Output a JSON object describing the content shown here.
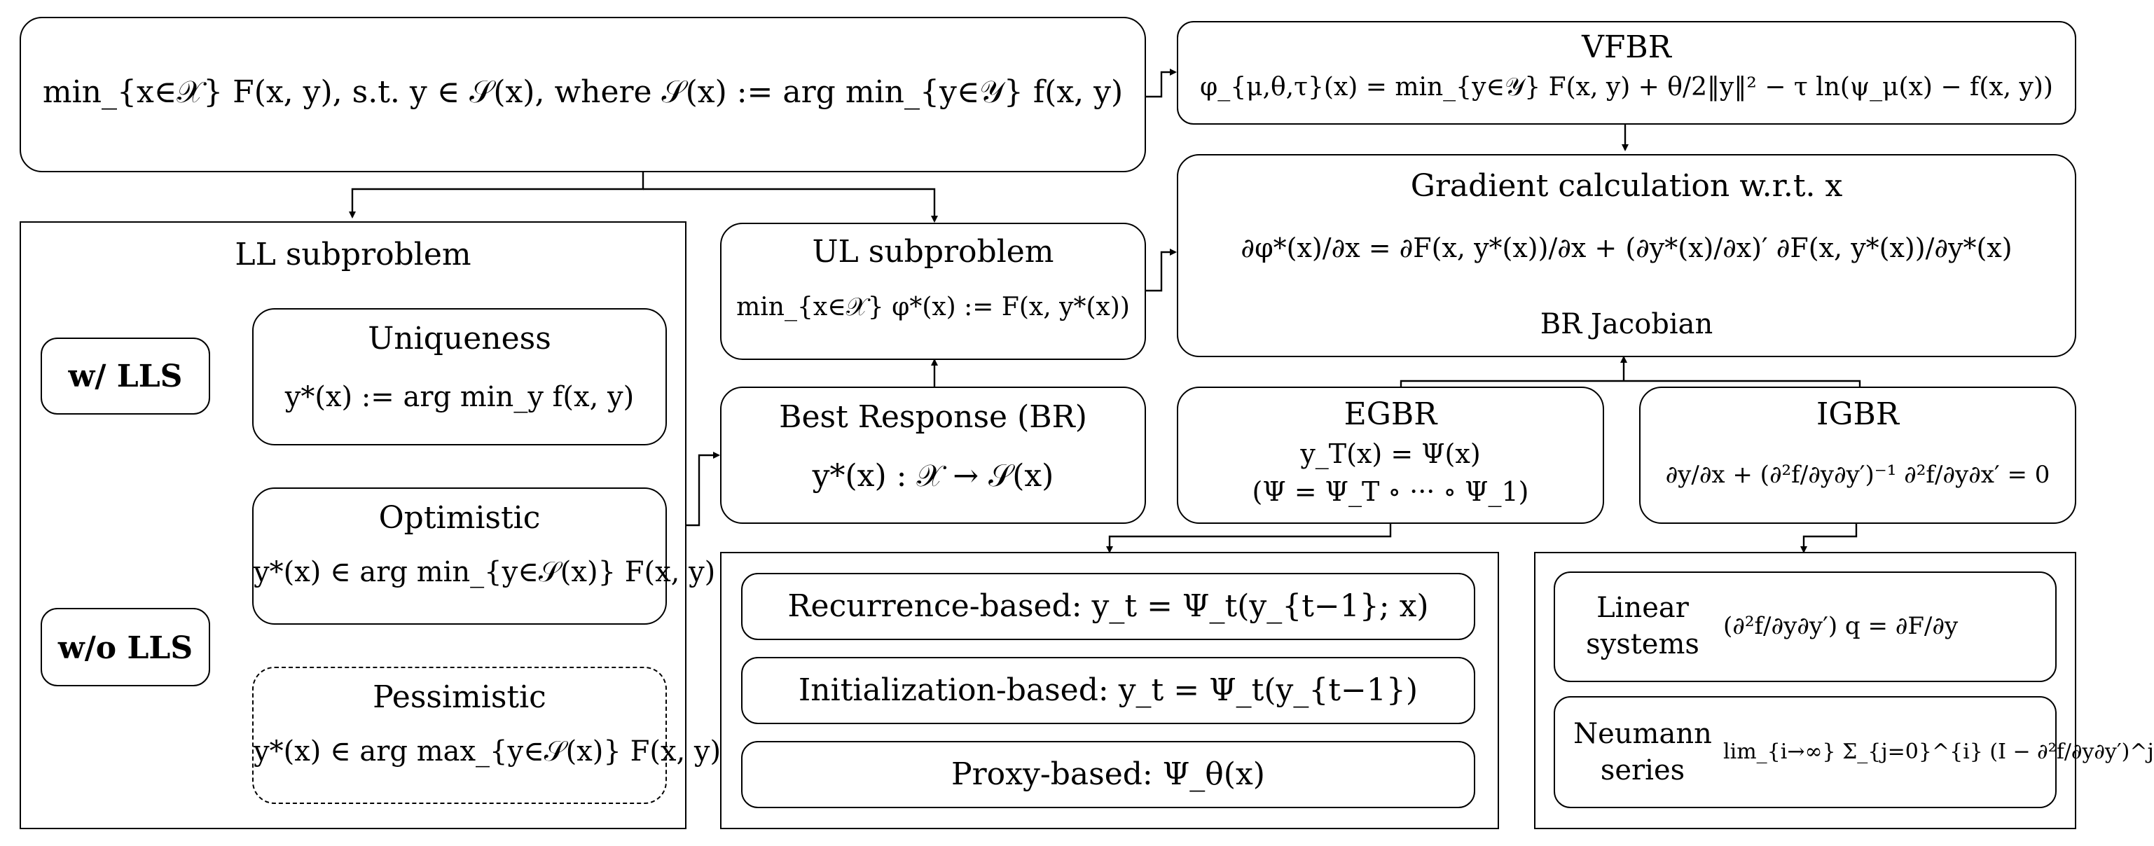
{
  "main_problem": {
    "formula": "min_{x∈𝒳} F(x, y),  s.t. y ∈ 𝒮(x), where 𝒮(x) := arg min_{y∈𝒴} f(x, y)"
  },
  "vfbr": {
    "title": "VFBR",
    "formula": "φ_{μ,θ,τ}(x) = min_{y∈𝒴} F(x, y) + θ/2‖y‖² − τ ln(ψ_μ(x) − f(x, y))"
  },
  "gradient": {
    "title": "Gradient calculation w.r.t. x",
    "formula": "∂φ*(x)/∂x = ∂F(x, y*(x))/∂x + (∂y*(x)/∂x)′ ∂F(x, y*(x))/∂y*(x)",
    "footer": "BR Jacobian"
  },
  "ll": {
    "title": "LL subproblem",
    "w_lls": "w/ LLS",
    "wo_lls": "w/o LLS",
    "uniqueness": {
      "title": "Uniqueness",
      "formula": "y*(x) := arg min_y f(x, y)"
    },
    "optimistic": {
      "title": "Optimistic",
      "formula": "y*(x) ∈ arg min_{y∈𝒮(x)} F(x, y)"
    },
    "pessimistic": {
      "title": "Pessimistic",
      "formula": "y*(x) ∈ arg max_{y∈𝒮(x)} F(x, y)"
    }
  },
  "ul": {
    "title": "UL subproblem",
    "formula": "min_{x∈𝒳} φ*(x) := F(x, y*(x))"
  },
  "br": {
    "title": "Best Response (BR)",
    "formula": "y*(x) : 𝒳 → 𝒮(x)"
  },
  "egbr": {
    "title": "EGBR",
    "formula1": "y_T(x) = Ψ(x)",
    "formula2": "(Ψ = Ψ_T ∘ ··· ∘ Ψ_1)"
  },
  "igbr": {
    "title": "IGBR",
    "formula": "∂y/∂x + (∂²f/∂y∂y′)⁻¹ ∂²f/∂y∂x′ = 0"
  },
  "explicit_methods": {
    "recurrence": "Recurrence-based: y_t = Ψ_t(y_{t−1}; x)",
    "initialization": "Initialization-based: y_t = Ψ_t(y_{t−1})",
    "proxy": "Proxy-based: Ψ_θ(x)"
  },
  "implicit_methods": {
    "linear": {
      "label_line1": "Linear",
      "label_line2": "systems",
      "formula": "(∂²f/∂y∂y′) q = ∂F/∂y"
    },
    "neumann": {
      "label_line1": "Neumann",
      "label_line2": "series",
      "formula": "lim_{i→∞} Σ_{j=0}^{i} (I − ∂²f/∂y∂y′)^j"
    }
  }
}
